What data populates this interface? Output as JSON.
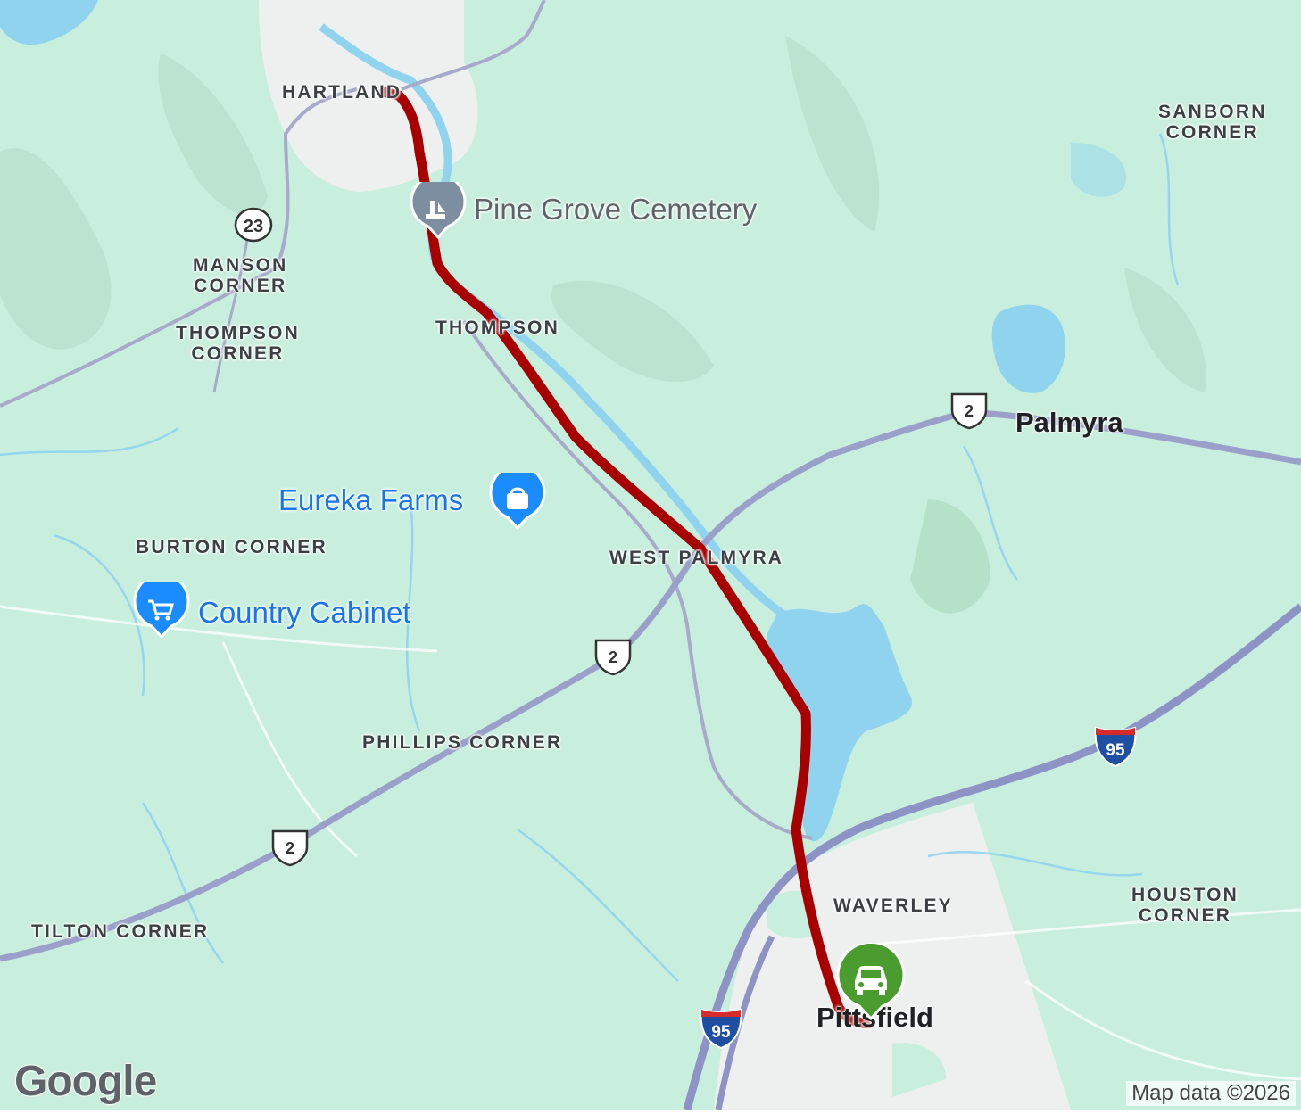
{
  "map": {
    "colors": {
      "land": "#c8eedd",
      "urban": "#eef0f0",
      "water": "#8fd3ef",
      "highway": "#9aa0c9",
      "route": "#b30000",
      "poi_blue": "#1a8cff",
      "poi_gray": "#7d8ea1",
      "destination_pin": "#4b9c2f"
    },
    "places": {
      "hartland": "HARTLAND",
      "sanborn_corner": "SANBORN\nCORNER",
      "manson_corner": "MANSON\nCORNER",
      "thompson_corner": "THOMPSON\nCORNER",
      "thompson": "THOMPSON",
      "burton_corner": "BURTON CORNER",
      "west_palmyra": "WEST PALMYRA",
      "phillips_corner": "PHILLIPS CORNER",
      "tilton_corner": "TILTON CORNER",
      "waverley": "WAVERLEY",
      "houston_corner": "HOUSTON\nCORNER",
      "palmyra": "Palmyra",
      "pittsfield": "Pittsfield"
    },
    "pois": {
      "pine_grove": {
        "label": "Pine Grove Cemetery",
        "icon": "cemetery-icon"
      },
      "eureka": {
        "label": "Eureka Farms",
        "icon": "shopping-bag-icon"
      },
      "country_cabinet": {
        "label": "Country Cabinet",
        "icon": "shopping-cart-icon"
      }
    },
    "shields": {
      "us2_a": "2",
      "us2_b": "2",
      "us2_c": "2",
      "me23": "23",
      "i95_a": "95",
      "i95_b": "95"
    },
    "destination_icon": "car-icon",
    "logo": "Google",
    "attribution": "Map data ©2026"
  }
}
